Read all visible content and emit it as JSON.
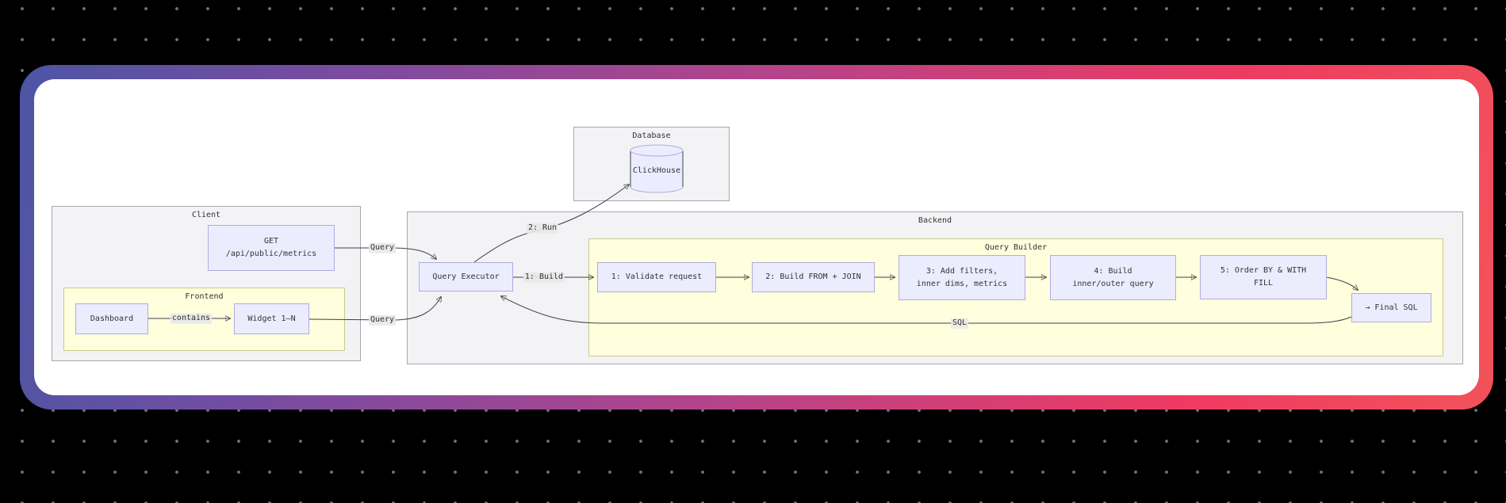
{
  "frame": {
    "page_bg": "#000000",
    "dot_color": "#757078",
    "gradient_start": "#4d55a4",
    "gradient_mid": "#b2448b",
    "gradient_end": "#f63b60",
    "card_bg": "#ffffff"
  },
  "diagram": {
    "clusters": {
      "database": {
        "title": "Database"
      },
      "client": {
        "title": "Client"
      },
      "frontend": {
        "title": "Frontend"
      },
      "backend": {
        "title": "Backend"
      },
      "query_builder": {
        "title": "Query Builder"
      }
    },
    "nodes": {
      "clickhouse": {
        "label": "ClickHouse"
      },
      "get": {
        "line1": "GET",
        "line2": "/api/public/metrics"
      },
      "dashboard": {
        "label": "Dashboard"
      },
      "widget": {
        "label": "Widget 1–N"
      },
      "query_executor": {
        "label": "Query Executor"
      },
      "step1": {
        "label": "1: Validate request"
      },
      "step2": {
        "label": "2: Build FROM + JOIN"
      },
      "step3": {
        "line1": "3: Add filters,",
        "line2": "inner dims, metrics"
      },
      "step4": {
        "line1": "4: Build",
        "line2": "inner/outer query"
      },
      "step5": {
        "line1": "5: Order BY & WITH",
        "line2": "FILL"
      },
      "final_sql": {
        "label": "→ Final SQL"
      }
    },
    "edge_labels": {
      "contains": "contains",
      "query_from_get": "Query",
      "query_from_widget": "Query",
      "run": "2: Run",
      "build": "1: Build",
      "sql": "SQL"
    },
    "colors": {
      "node_fill": "#ececff",
      "node_border": "#b1abdc",
      "cluster_fill": "#f3f3f6",
      "cluster_border": "#a7a7ae",
      "yellow_fill": "#ffffde",
      "yellow_border": "#c9c98c",
      "edge": "#3f3f46",
      "edge_label_bg": "#e8e8e8",
      "text": "#333333"
    }
  }
}
